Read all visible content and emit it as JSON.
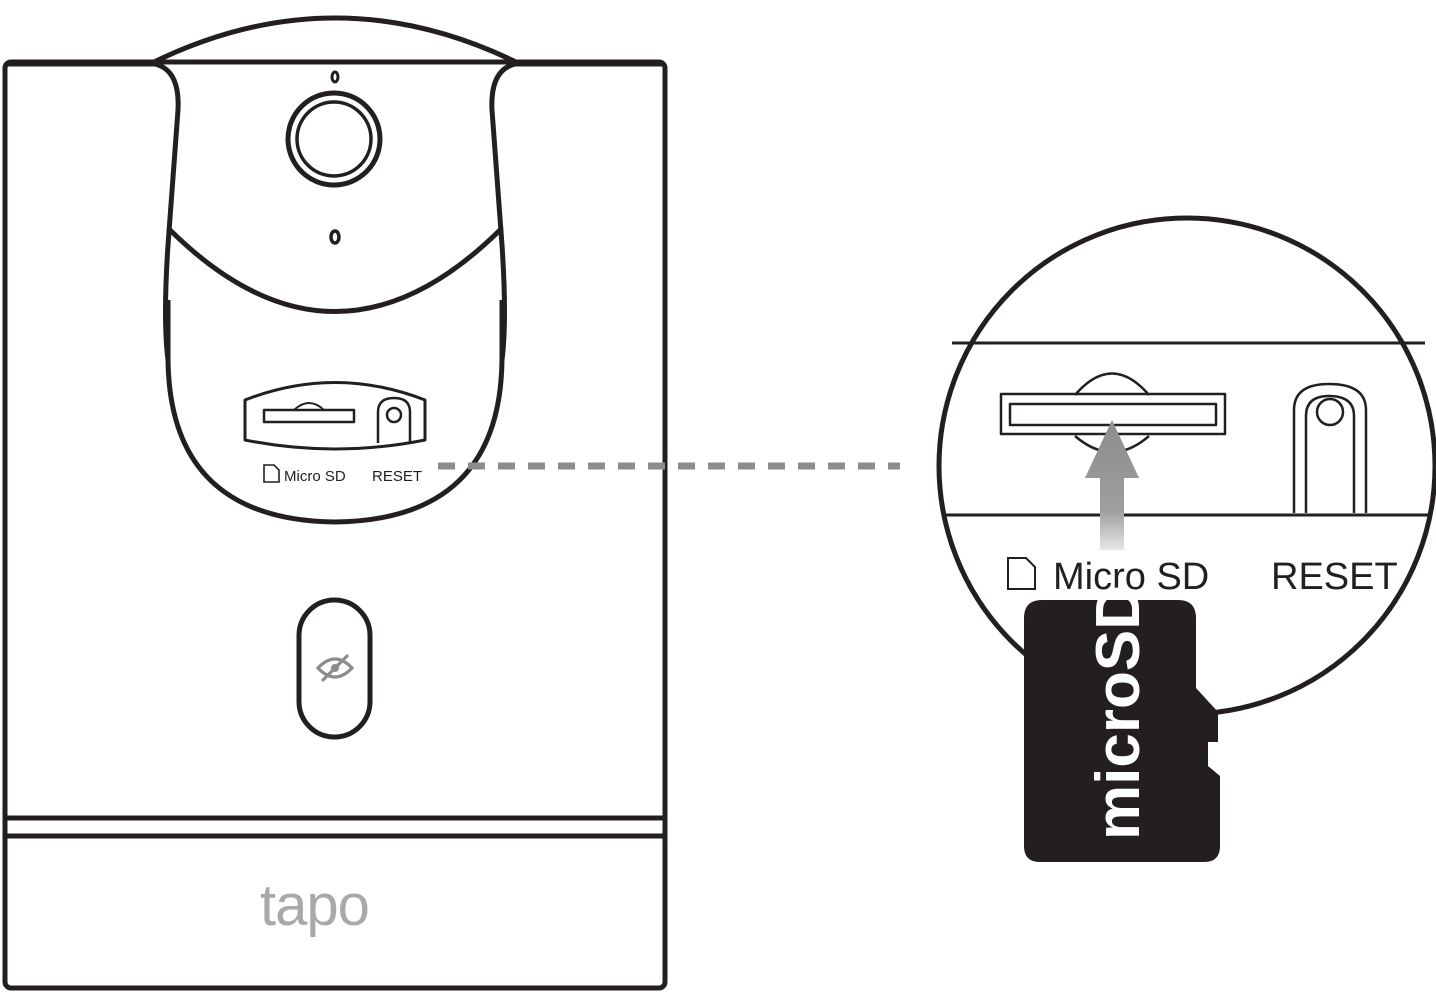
{
  "device": {
    "brand_logo": "tapo",
    "port_labels": {
      "microsd": "Micro SD",
      "reset": "RESET"
    },
    "privacy_button_icon": "eye-slash-icon"
  },
  "zoom_callout": {
    "labels": {
      "microsd": "Micro SD",
      "reset": "RESET"
    },
    "card_label": "microSD",
    "insert_arrow_icon": "arrow-up-icon"
  },
  "colors": {
    "outline": "#231f20",
    "brand_gray": "#a7a9ac",
    "arrow_gray": "#8a8c8e",
    "connector_dash": "#8a8c8e"
  }
}
